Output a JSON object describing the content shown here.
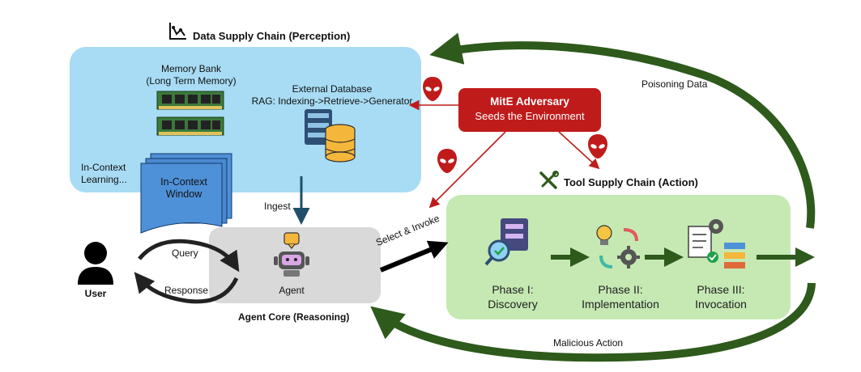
{
  "data_supply_chain": {
    "title": "Data Supply Chain (Perception)",
    "memory_bank_line1": "Memory Bank",
    "memory_bank_line2": "(Long Term Memory)",
    "external_db_line1": "External Database",
    "external_db_line2": "RAG: Indexing->Retrieve->Generator",
    "icl_line1": "In-Context",
    "icl_line2": "Learning...",
    "window_line1": "In-Context",
    "window_line2": "Window"
  },
  "adversary": {
    "title": "MitE Adversary",
    "subtitle": "Seeds the Environment"
  },
  "agent_core": {
    "label": "Agent",
    "title": "Agent Core (Reasoning)",
    "ingest": "Ingest"
  },
  "user": {
    "label": "User",
    "query": "Query",
    "response": "Response"
  },
  "tool_supply_chain": {
    "title": "Tool Supply Chain (Action)",
    "select_invoke": "Select & Invoke",
    "phases": [
      {
        "line1": "Phase I:",
        "line2": "Discovery"
      },
      {
        "line1": "Phase II:",
        "line2": "Implementation"
      },
      {
        "line1": "Phase III:",
        "line2": "Invocation"
      }
    ]
  },
  "flows": {
    "poisoning": "Poisoning Data",
    "malicious": "Malicious Action"
  },
  "colors": {
    "data_panel": "#a8dcf4",
    "tool_panel": "#c6e9b4",
    "agent_panel": "#d9d9d9",
    "adversary": "#c01b1b",
    "dark_green": "#2e5a1c",
    "dark_blue": "#1d4e6a"
  }
}
